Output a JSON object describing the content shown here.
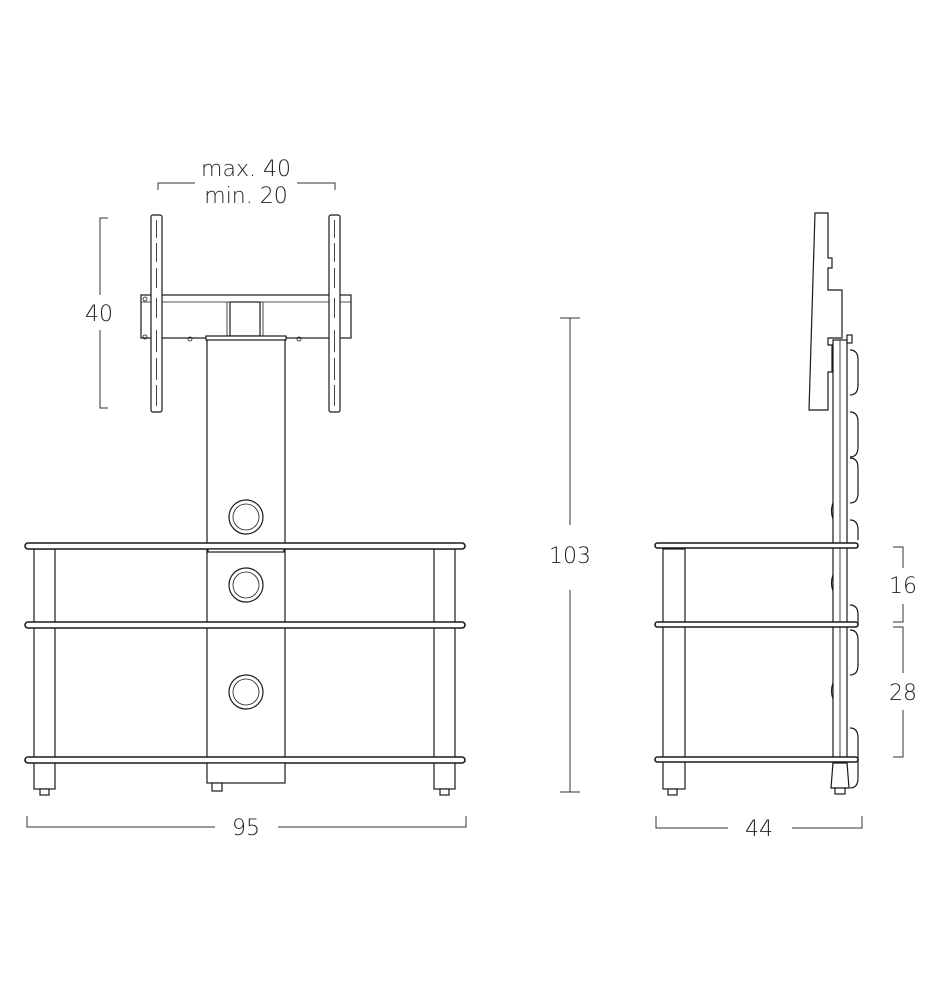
{
  "front_view": {
    "width_label": "95",
    "mount_width_max": "max. 40",
    "mount_width_min": "min. 20",
    "mount_height_label": "40"
  },
  "overall_height_label": "103",
  "side_view": {
    "depth_label": "44",
    "upper_shelf_gap_label": "16",
    "lower_shelf_gap_label": "28"
  },
  "colors": {
    "line": "#1a1a1a",
    "background": "#ffffff"
  }
}
